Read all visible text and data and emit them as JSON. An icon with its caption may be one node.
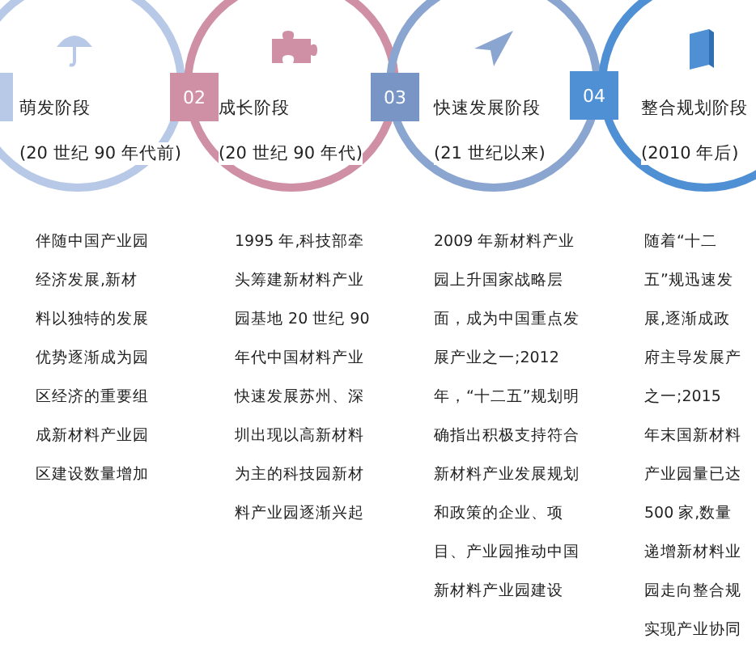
{
  "diagram": {
    "nodes": [
      {
        "text": [
          "萌发阶段",
          "(20 世纪 90 年代前)"
        ]
      },
      {
        "text": [],
        "shape": "box"
      },
      {
        "text": [
          "成长阶段",
          "(20 世纪 90 年代)"
        ]
      },
      {
        "text": [
          "02"
        ]
      },
      {
        "text": [
          "快速发展阶段",
          "(21 世纪以来)"
        ]
      },
      {
        "text": [
          "03"
        ]
      },
      {
        "text": [
          "整合规划阶段",
          "(2010 年后)"
        ]
      },
      {
        "text": [
          "04"
        ]
      }
    ],
    "labels": [
      "伴随中国产业园经济发展,新材料以独特的发展优势逐渐成为园区经济的重要组成新材料产业园区建设数量增加",
      "1995 年,科技部牵头筹建新材料产业园基地 20 世纪 90 年代中国材料产业快速发展苏州、深圳出现以高新材料为主的科技园新材料产业园逐渐兴起",
      "2009 年新材料产业园上升国家战略层面，成为中国重点发展产业之一;2012 年，“十二五”规划明确指出积极支持符合新材料产业发展规划和政策的企业、项目、产业园推动中国新材料产业园建设",
      "随着“十二五”规迅速发展,逐渐成政府主导发展产之一;2015 年末国新材料产业园量已达 500 家,数量递增新材料业园走向整合规实现产业协同"
    ]
  }
}
